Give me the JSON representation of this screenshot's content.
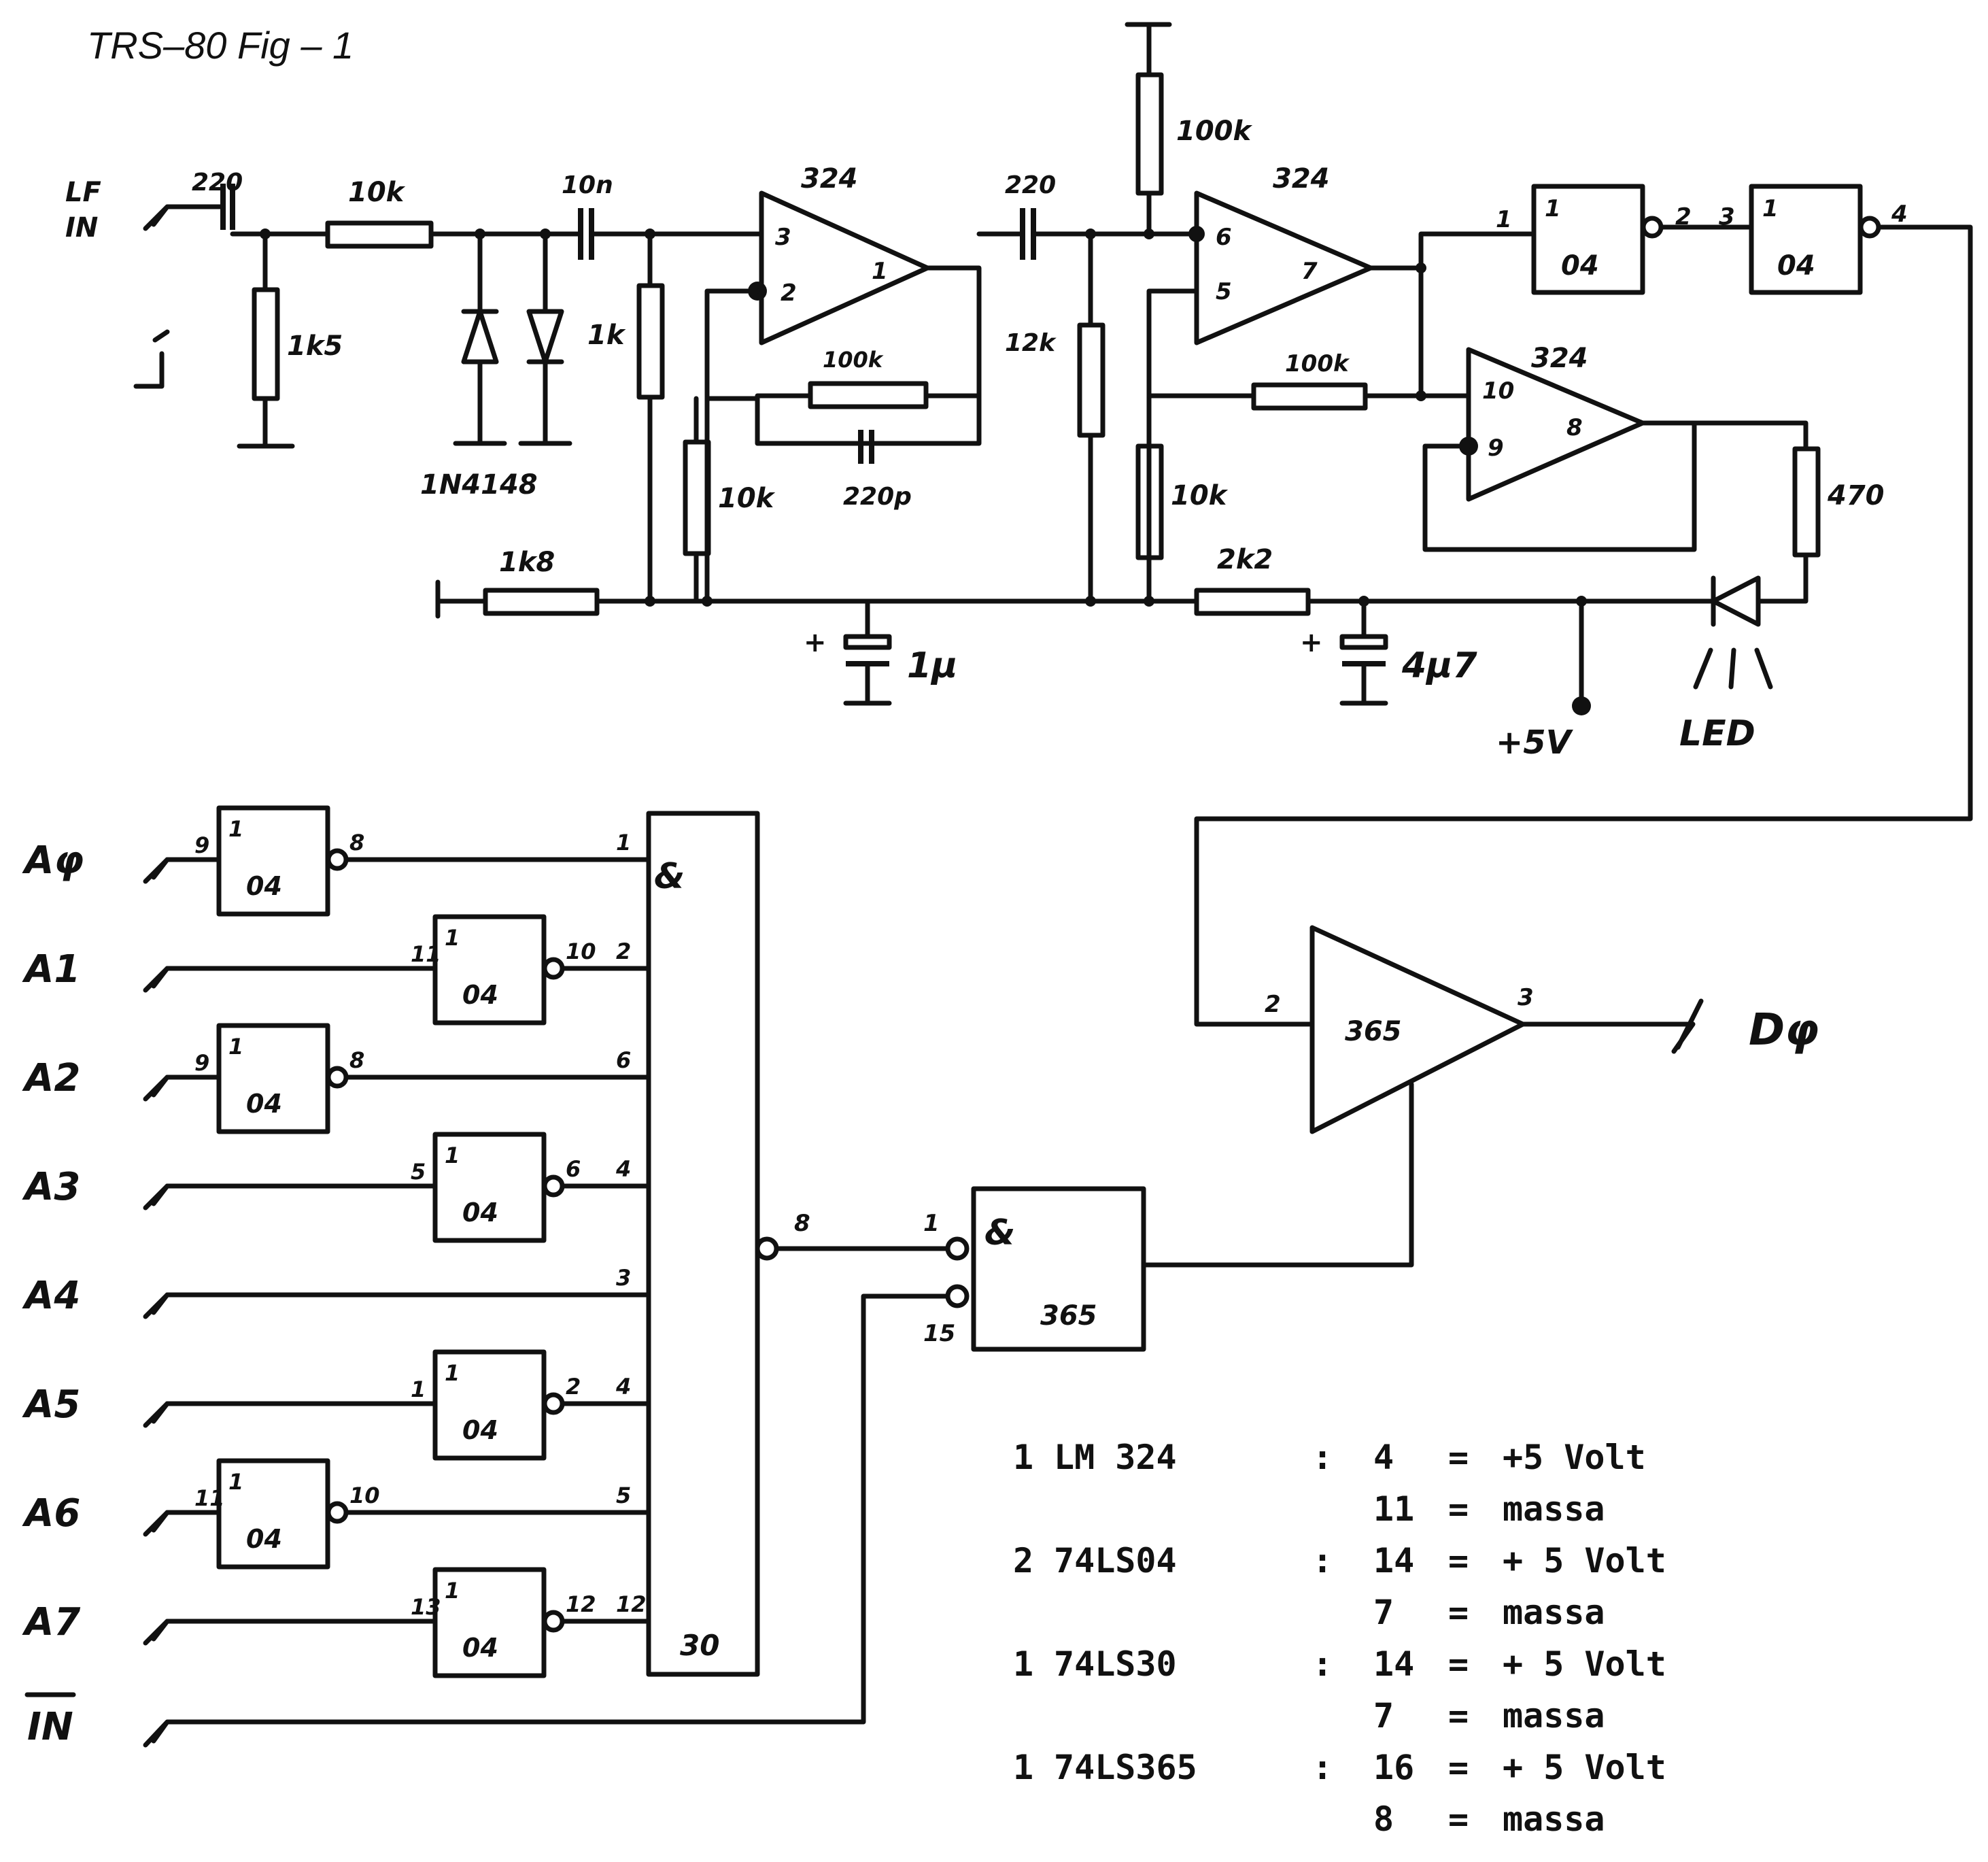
{
  "title": "TRS–80 Fig – 1",
  "input": {
    "label_top": "LF",
    "label_bottom": "IN"
  },
  "components": {
    "c_in": "220",
    "r_series": "10k",
    "r_shunt": "1k5",
    "diodes": "1N4148",
    "c2": "10n",
    "r_bias": "1k",
    "opamp": "324",
    "r_fb1": "100k",
    "c_fb": "220p",
    "r_to_ground": "10k",
    "c3": "220",
    "r_pullup": "100k",
    "r_mid": "12k",
    "r_fb2": "100k",
    "r_div": "10k",
    "r_1k8": "1k8",
    "r_2k2": "2k2",
    "c_1u": "1μ",
    "c_4u7": "4μ7",
    "r_led": "470",
    "led": "LED",
    "supply": "+5V",
    "plus": "+"
  },
  "opamp_pins": {
    "a": [
      "3",
      "2",
      "1"
    ],
    "b": [
      "6",
      "5",
      "7"
    ],
    "c": [
      "10",
      "9",
      "8"
    ]
  },
  "inverter_chip": "04",
  "nand_chip": "30",
  "buffer_chip": "365",
  "gate_symbol": "1",
  "and_symbol": "&",
  "inverter_pins_top": [
    {
      "in": "1",
      "out": "2"
    },
    {
      "in": "3",
      "out": "4"
    }
  ],
  "address_lines": [
    {
      "label": "Aφ",
      "in": "9",
      "out": "8",
      "nand_pin": "1",
      "inverter": true
    },
    {
      "label": "A1",
      "in": "11",
      "out": "10",
      "nand_pin": "2",
      "inverter": true
    },
    {
      "label": "A2",
      "in": "9",
      "out": "8",
      "nand_pin": "6",
      "inverter": true
    },
    {
      "label": "A3",
      "in": "5",
      "out": "6",
      "nand_pin": "4",
      "inverter": true
    },
    {
      "label": "A4",
      "in": "",
      "out": "",
      "nand_pin": "3",
      "inverter": false
    },
    {
      "label": "A5",
      "in": "1",
      "out": "2",
      "nand_pin": "4",
      "inverter": true
    },
    {
      "label": "A6",
      "in": "11",
      "out": "10",
      "nand_pin": "5",
      "inverter": true
    },
    {
      "label": "A7",
      "in": "13",
      "out": "12",
      "nand_pin": "12",
      "inverter": true
    }
  ],
  "nand_output_pin": "8",
  "gate_365": {
    "pin_a": "1",
    "pin_b": "15"
  },
  "buffer": {
    "in_pin": "2",
    "out_pin": "3"
  },
  "control_label": "IN",
  "output_label": "Dφ",
  "notes": [
    {
      "qty": "1",
      "part": "LM 324",
      "pin": "4",
      "eq": "=",
      "val": "+5 Volt"
    },
    {
      "qty": "",
      "part": "",
      "pin": "11",
      "eq": "=",
      "val": "massa"
    },
    {
      "qty": "2",
      "part": "74LS04",
      "pin": "14",
      "eq": "=",
      "val": "+ 5 Volt"
    },
    {
      "qty": "",
      "part": "",
      "pin": "7",
      "eq": "=",
      "val": "massa"
    },
    {
      "qty": "1",
      "part": "74LS30",
      "pin": "14",
      "eq": "=",
      "val": "+ 5 Volt"
    },
    {
      "qty": "",
      "part": "",
      "pin": "7",
      "eq": "=",
      "val": "massa"
    },
    {
      "qty": "1",
      "part": "74LS365",
      "pin": "16",
      "eq": "=",
      "val": "+ 5 Volt"
    },
    {
      "qty": "",
      "part": "",
      "pin": "8",
      "eq": "=",
      "val": "massa"
    }
  ],
  "note_sep": ":"
}
